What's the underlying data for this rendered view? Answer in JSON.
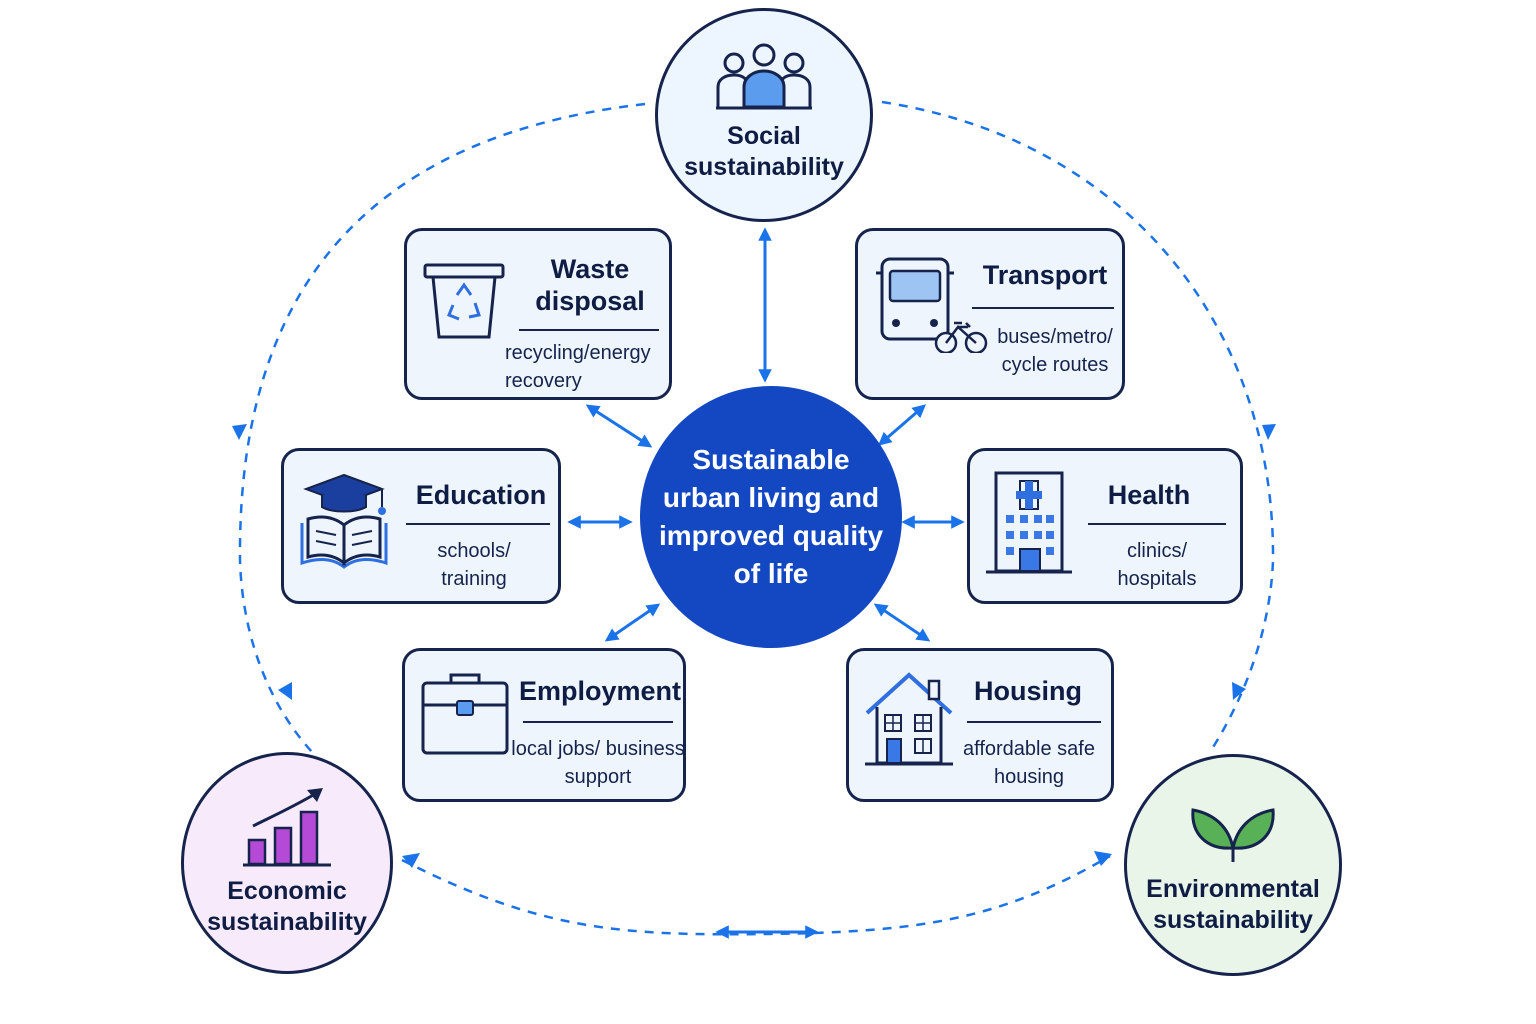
{
  "center": {
    "label": "Sustainable urban living and improved quality of life"
  },
  "pillars": {
    "social": {
      "label": "Social sustainability",
      "icon": "people-icon"
    },
    "economic": {
      "label": "Economic sustainability",
      "icon": "growth-chart-icon"
    },
    "environmental": {
      "label": "Environmental sustainability",
      "icon": "leaf-icon"
    }
  },
  "cards": {
    "waste": {
      "title": "Waste disposal",
      "desc": "recycling/energy recovery",
      "icon": "recycling-bin-icon"
    },
    "transport": {
      "title": "Transport",
      "desc": "buses/metro/ cycle routes",
      "icon": "bus-bicycle-icon"
    },
    "education": {
      "title": "Education",
      "desc": "schools/ training",
      "icon": "graduation-book-icon"
    },
    "health": {
      "title": "Health",
      "desc": "clinics/ hospitals",
      "icon": "hospital-icon"
    },
    "employment": {
      "title": "Employment",
      "desc": "local jobs/ business support",
      "icon": "briefcase-icon"
    },
    "housing": {
      "title": "Housing",
      "desc": "affordable safe housing",
      "icon": "house-icon"
    }
  },
  "colors": {
    "navy": "#16244d",
    "hub_blue": "#1448c2",
    "arrow_blue": "#1a73e8",
    "card_fill": "#eef5fd",
    "social_fill": "#edf5fe",
    "economic_fill": "#f6eafb",
    "environmental_fill": "#eaf5ea"
  }
}
